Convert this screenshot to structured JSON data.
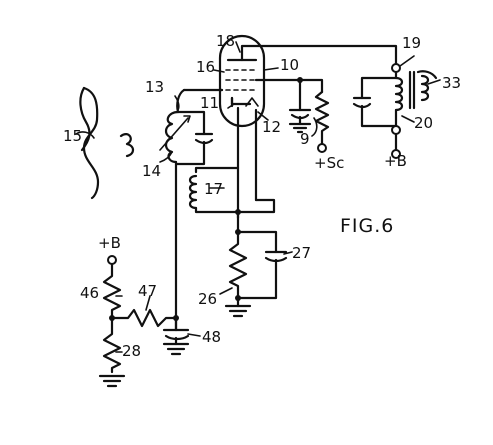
{
  "figure_label": "FIG.6",
  "ref_numerals": {
    "n9": "9",
    "n10": "10",
    "n11": "11",
    "n12": "12",
    "n13": "13",
    "n14": "14",
    "n15": "15",
    "n16": "16",
    "n17": "17",
    "n18": "18",
    "n19": "19",
    "n20": "20",
    "n26": "26",
    "n27": "27",
    "n28": "28",
    "n33": "33",
    "n46": "46",
    "n47": "47",
    "n48": "48"
  },
  "terminals": {
    "screen_supply": "+Sc",
    "b_plus_right": "+B",
    "b_plus_left": "+B"
  },
  "ink_color": "#111111",
  "background_color": "#ffffff"
}
